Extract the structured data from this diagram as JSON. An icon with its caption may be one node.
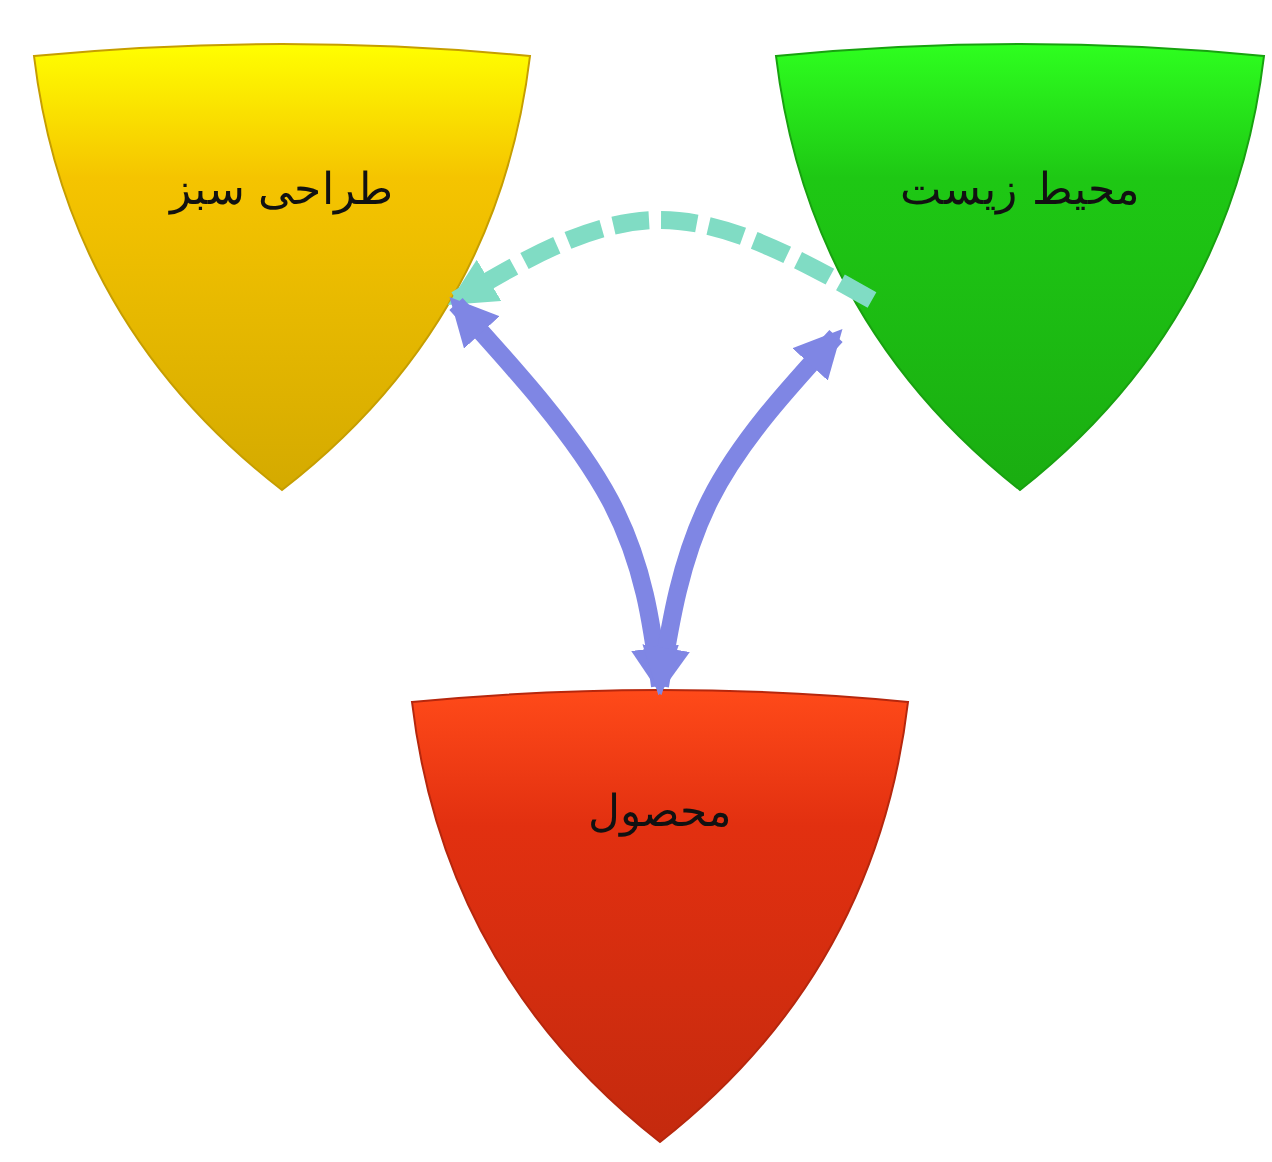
{
  "diagram": {
    "nodes": [
      {
        "text": [
          "طراحی سبز"
        ]
      },
      {
        "text": [
          "محیط زیست"
        ]
      },
      {
        "text": [
          "محصول"
        ]
      }
    ],
    "edges": [
      {
        "from": 1,
        "to": 0,
        "arrow": "to",
        "style": "dashed",
        "color": "#80dcc4"
      },
      {
        "from": 2,
        "to": 0,
        "arrow": "both"
      },
      {
        "from": 2,
        "to": 1,
        "arrow": "both"
      }
    ]
  }
}
